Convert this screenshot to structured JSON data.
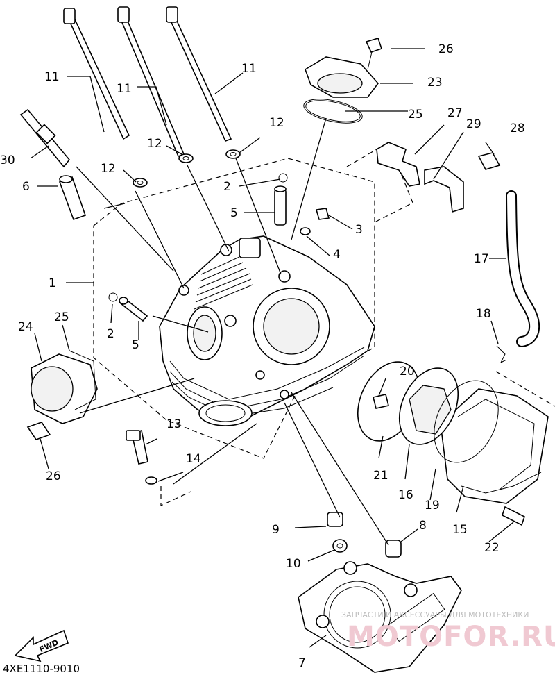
{
  "diagram": {
    "callouts": [
      "26",
      "23",
      "25",
      "27",
      "29",
      "28",
      "11",
      "11",
      "11",
      "12",
      "12",
      "12",
      "30",
      "6",
      "2",
      "5",
      "3",
      "4",
      "1",
      "2",
      "5",
      "24",
      "25",
      "17",
      "18",
      "20",
      "26",
      "13",
      "14",
      "21",
      "16",
      "19",
      "15",
      "22",
      "9",
      "8",
      "10",
      "7"
    ],
    "part_code": "4XE1110-9010",
    "fwd_label": "FWD",
    "watermark_text": "ЗАПЧАСТИ И АКСЕССУАРЫ ДЛЯ МОТОТЕХНИКИ",
    "watermark_logo": "MOTOFOR.RU"
  }
}
